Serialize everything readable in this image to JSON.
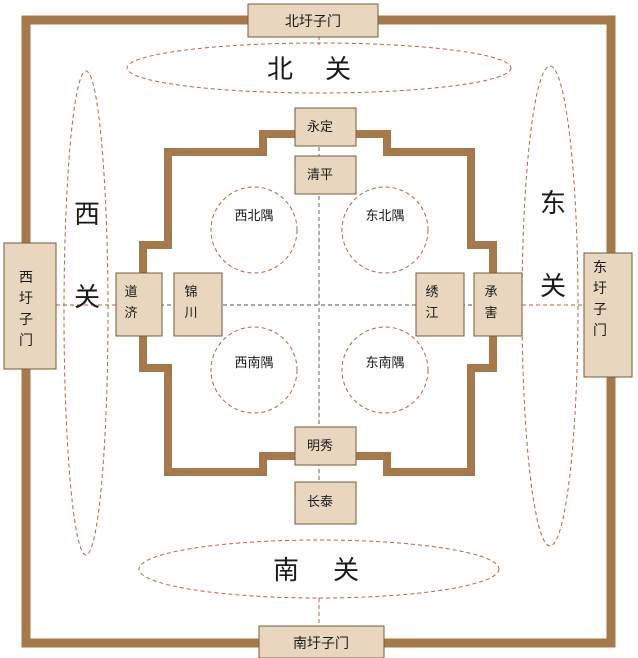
{
  "outer_gates": {
    "north": "北圩子门",
    "south": "南圩子门",
    "west": [
      "西",
      "圩",
      "子",
      "门"
    ],
    "east": [
      "东",
      "圩",
      "子",
      "门"
    ]
  },
  "districts": {
    "north": [
      "北",
      "关"
    ],
    "south": [
      "南",
      "关"
    ],
    "west": [
      "西",
      "关"
    ],
    "east": [
      "东",
      "关"
    ]
  },
  "inner_gates": {
    "north_outer": "永定",
    "north_inner": "清平",
    "south_inner": "明秀",
    "south_outer": "长泰",
    "west_outer": [
      "道",
      "济"
    ],
    "west_inner": [
      "锦",
      "川"
    ],
    "east_inner": [
      "绣",
      "江"
    ],
    "east_outer": [
      "承",
      "害"
    ]
  },
  "corners": {
    "nw": "西北隅",
    "ne": "东北隅",
    "sw": "西南隅",
    "se": "东南隅"
  },
  "colors": {
    "wall": "#a5794a",
    "gate_fill": "#e8d6bf",
    "dashed": "#b06a3a"
  }
}
